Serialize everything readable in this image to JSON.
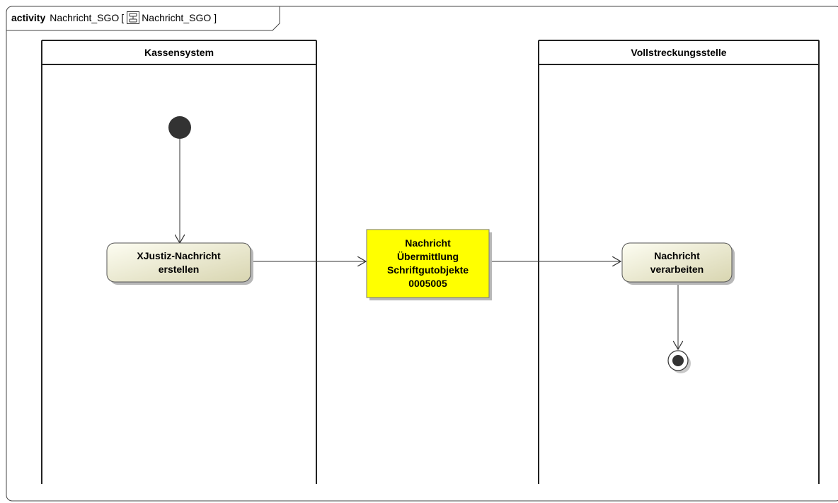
{
  "frame": {
    "keyword": "activity",
    "name": "Nachricht_SGO",
    "open_bracket": "[",
    "ref_icon": "activity-diagram-icon",
    "ref_name": "Nachricht_SGO",
    "close_bracket": "]"
  },
  "lanes": [
    {
      "title": "Kassensystem"
    },
    {
      "title": "Vollstreckungsstelle"
    }
  ],
  "actions": {
    "create_message": {
      "lines": [
        "XJustiz-Nachricht",
        "erstellen"
      ]
    },
    "process_message": {
      "lines": [
        "Nachricht",
        "verarbeiten"
      ]
    }
  },
  "object_node": {
    "lines": [
      "Nachricht",
      "Übermittlung",
      "Schriftgutobjekte",
      "0005005"
    ],
    "fill": "#ffff00"
  },
  "colors": {
    "action_fill_start": "#fdfdf2",
    "action_fill_end": "#d8d5b0",
    "line": "#333333",
    "initial_node": "#333333"
  }
}
